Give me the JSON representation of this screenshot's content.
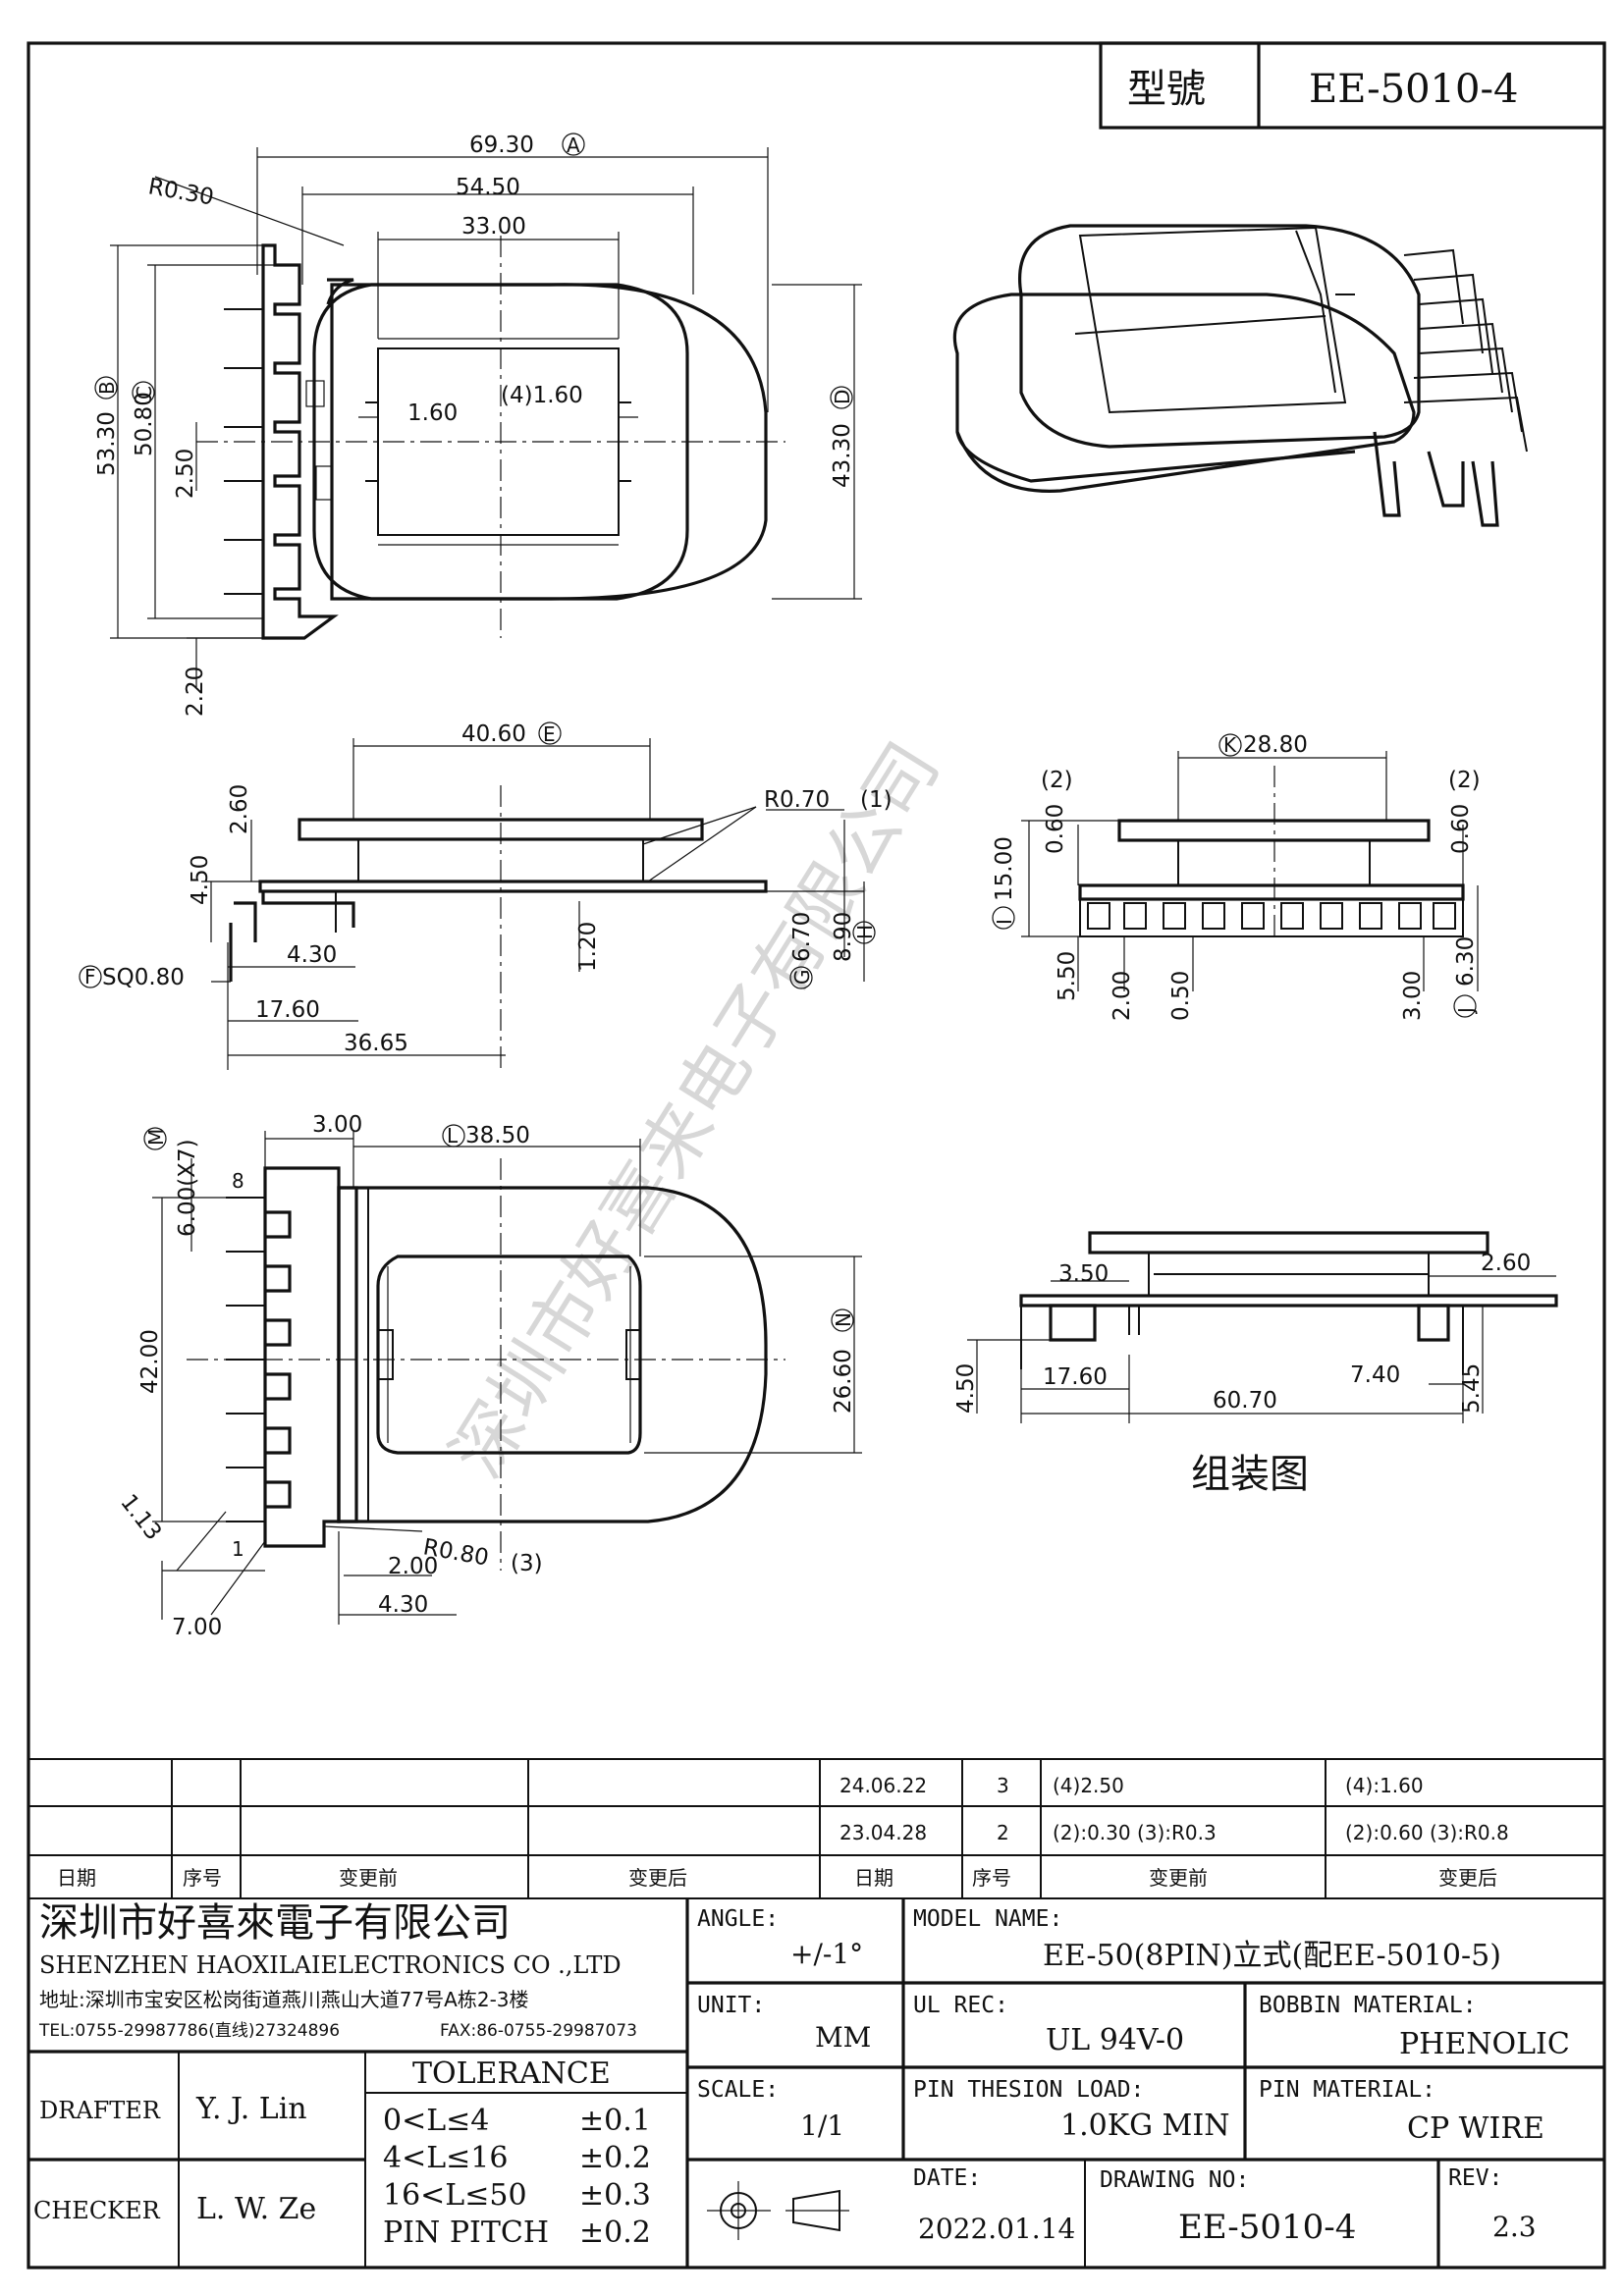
{
  "model_box": {
    "label": "型號",
    "value": "EE-5010-4"
  },
  "watermark": "深圳市好喜来电子有限公司",
  "top_view": {
    "d_a": "69.30",
    "d_54": "54.50",
    "d_33": "33.00",
    "r030": "R0.30",
    "d_b": "53.30",
    "d_c": "50.80",
    "d_250": "2.50",
    "d_d": "43.30",
    "d_160a": "1.60",
    "d_160b": "(4)1.60",
    "d_220": "2.20",
    "letters": [
      "A",
      "B",
      "C",
      "D"
    ]
  },
  "side_view": {
    "d_e": "40.60",
    "r070": "R0.70",
    "n1": "(1)",
    "d_260": "2.60",
    "d_450": "4.50",
    "d_430": "4.30",
    "d_sq": "SQ0.80",
    "d_1760": "17.60",
    "d_3665": "36.65",
    "d_120": "1.20",
    "d_g": "6.70",
    "d_h": "8.90",
    "letters": [
      "E",
      "F",
      "G",
      "H"
    ]
  },
  "end_view": {
    "d_k": "28.80",
    "n2a": "(2)",
    "n2b": "(2)",
    "d_060a": "0.60",
    "d_060b": "0.60",
    "d_i": "15.00",
    "d_550": "5.50",
    "d_200": "2.00",
    "d_050": "0.50",
    "d_300": "3.00",
    "d_j": "6.30",
    "letters": [
      "K",
      "I",
      "J"
    ]
  },
  "bottom_view": {
    "d_m": "6.00(X7)",
    "d_300": "3.00",
    "d_l": "38.50",
    "pin8": "8",
    "pin1": "1",
    "d_42": "42.00",
    "d_n": "26.60",
    "d_113": "1.13",
    "r080": "R0.80",
    "n3": "(3)",
    "d_200": "2.00",
    "d_430": "4.30",
    "d_700": "7.00",
    "letters": [
      "M",
      "L",
      "N"
    ]
  },
  "assembly": {
    "d_350": "3.50",
    "d_260": "2.60",
    "d_1760": "17.60",
    "d_6070": "60.70",
    "d_740": "7.40",
    "d_450": "4.50",
    "d_545": "5.45",
    "caption": "组装图"
  },
  "revisions": {
    "rows": [
      {
        "date": "24.06.22",
        "no": "3",
        "before": "(4)2.50",
        "after": "(4):1.60"
      },
      {
        "date": "23.04.28",
        "no": "2",
        "before": "(2):0.30    (3):R0.3",
        "after": "(2):0.60  (3):R0.8"
      }
    ],
    "headers": [
      "日期",
      "序号",
      "变更前",
      "变更后",
      "日期",
      "序号",
      "变更前",
      "变更后"
    ]
  },
  "title_block": {
    "company_cn": "深圳市好喜來電子有限公司",
    "company_en": "SHENZHEN HAOXILAIELECTRONICS CO .,LTD",
    "address": "地址:深圳市宝安区松岗街道燕川燕山大道77号A栋2-3楼",
    "tel": "TEL:0755-29987786(直线)27324896",
    "fax": "FAX:86-0755-29987073",
    "drafter_label": "DRAFTER",
    "drafter": "Y. J. Lin",
    "checker_label": "CHECKER",
    "checker": "L. W. Ze",
    "tolerance_label": "TOLERANCE",
    "tolerance": [
      {
        "range": "0<L≤4",
        "tol": "±0.1"
      },
      {
        "range": "4<L≤16",
        "tol": "±0.2"
      },
      {
        "range": "16<L≤50",
        "tol": "±0.3"
      },
      {
        "range": "PIN PITCH",
        "tol": "±0.2"
      }
    ],
    "angle_label": "ANGLE:",
    "angle": "+/-1°",
    "unit_label": "UNIT:",
    "unit": "MM",
    "scale_label": "SCALE:",
    "scale": "1/1",
    "model_label": "MODEL NAME:",
    "model": "EE-50(8PIN)立式(配EE-5010-5)",
    "ul_label": "UL REC:",
    "ul": "UL 94V-0",
    "bobbin_label": "BOBBIN MATERIAL:",
    "bobbin": "PHENOLIC",
    "load_label": "PIN THESION LOAD:",
    "load": "1.0KG MIN",
    "pin_mat_label": "PIN MATERIAL:",
    "pin_mat": "CP   WIRE",
    "date_label": "DATE:",
    "date": "2022.01.14",
    "drawing_label": "DRAWING NO:",
    "drawing": "EE-5010-4",
    "rev_label": "REV:",
    "rev": "2.3"
  }
}
